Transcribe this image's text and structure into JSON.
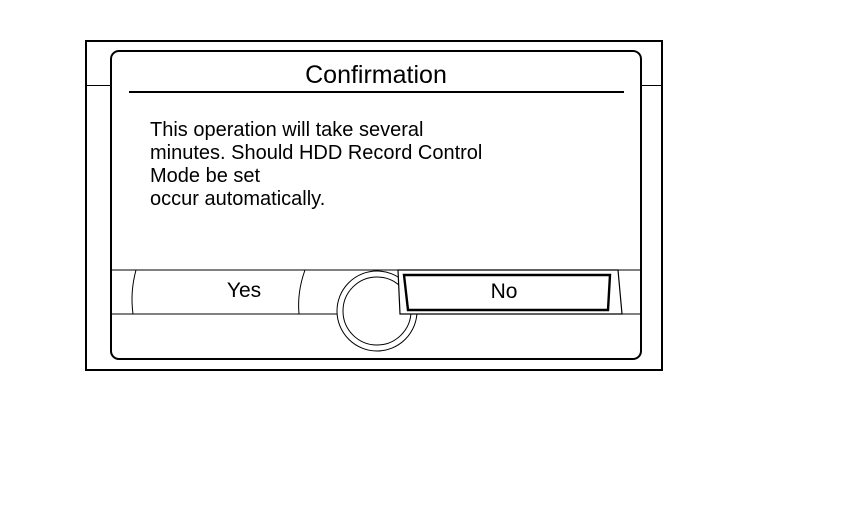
{
  "dialog": {
    "title": "Confirmation",
    "message_lines": [
      "This operation will take several",
      "minutes. Should HDD Record Control",
      "Mode be set",
      "occur automatically."
    ]
  },
  "buttons": {
    "yes_label": "Yes",
    "no_label": "No",
    "selected": "No"
  },
  "colors": {
    "line": "#000000",
    "background": "#ffffff"
  }
}
